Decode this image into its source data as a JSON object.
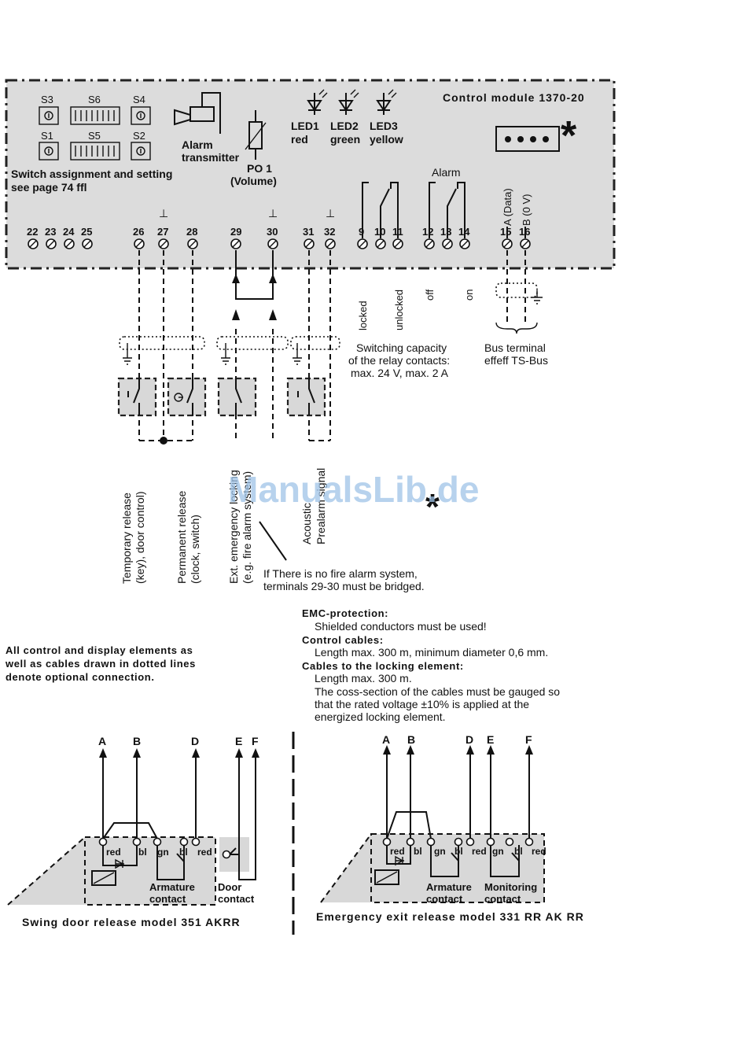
{
  "module": {
    "title": "Control module 1370-20",
    "switches": [
      "S3",
      "S6",
      "S4",
      "S1",
      "S5",
      "S2"
    ],
    "switch_note_1": "Switch assignment and setting",
    "switch_note_2": "see page 74 ffl",
    "alarm_transmitter_1": "Alarm",
    "alarm_transmitter_2": "transmitter",
    "po_1": "PO 1",
    "po_2": "(Volume)",
    "leds": [
      {
        "name": "LED1",
        "color": "red"
      },
      {
        "name": "LED2",
        "color": "green"
      },
      {
        "name": "LED3",
        "color": "yellow"
      }
    ],
    "alarm_label": "Alarm",
    "bus_a": "A (Data)",
    "bus_b": "B (0 V)",
    "connector_star": "*",
    "terminals": [
      "22",
      "23",
      "24",
      "25",
      "26",
      "27",
      "28",
      "29",
      "30",
      "31",
      "32",
      "9",
      "10",
      "11",
      "12",
      "13",
      "14",
      "15",
      "16"
    ],
    "ground_symbol": "⊥"
  },
  "relay_labels": {
    "locked": "locked",
    "unlocked": "unlocked",
    "off": "off",
    "on": "on"
  },
  "switching_capacity": [
    "Switching capacity",
    "of the relay contacts:",
    "max. 24 V, max. 2 A"
  ],
  "bus_terminal": [
    "Bus terminal",
    "effeff TS-Bus"
  ],
  "inputs": {
    "temporary_release": [
      "Temporary release",
      "(key), door control)"
    ],
    "permanent_release": [
      "Permanent release",
      "(clock, switch)"
    ],
    "ext_emergency": [
      "Ext. emergency locking",
      "(e.g. fire alarm system)"
    ],
    "acoustic": [
      "Acoustic",
      "Prealarm signal"
    ],
    "star": "*"
  },
  "bridge_note": [
    "If There is no fire alarm system,",
    "terminals 29-30 must be bridged."
  ],
  "optional_note": [
    "All control and display elements as",
    "well as cables drawn in dotted lines",
    "denote optional connection."
  ],
  "emc": {
    "emc_title": "EMC-protection:",
    "emc_text": "Shielded conductors must be used!",
    "control_title": "Control cables:",
    "control_text": "Length max. 300 m, minimum diameter 0,6 mm.",
    "locking_title": "Cables to the locking element:",
    "locking_lines": [
      "Length max. 300 m.",
      "The coss-section of the cables must be gauged so",
      "that the rated voltage ±10% is applied at the",
      "energized locking element."
    ]
  },
  "swing_door": {
    "letters": [
      "A",
      "B",
      "D",
      "E",
      "F"
    ],
    "wire_labels": [
      "red",
      "bl",
      "gn",
      "bl",
      "red"
    ],
    "armature": [
      "Armature",
      "contact"
    ],
    "door": [
      "Door",
      "contact"
    ],
    "caption": "Swing door release model 351 AKRR"
  },
  "emergency_exit": {
    "letters": [
      "A",
      "B",
      "D",
      "E",
      "F"
    ],
    "wire_labels": [
      "red",
      "bl",
      "gn",
      "bl",
      "red",
      "gn",
      "bl",
      "red"
    ],
    "armature": [
      "Armature",
      "contact"
    ],
    "monitoring": [
      "Monitoring",
      "contact"
    ],
    "caption": "Emergency exit release model 331 RR AK RR"
  },
  "watermark": "ManualsLib.de"
}
